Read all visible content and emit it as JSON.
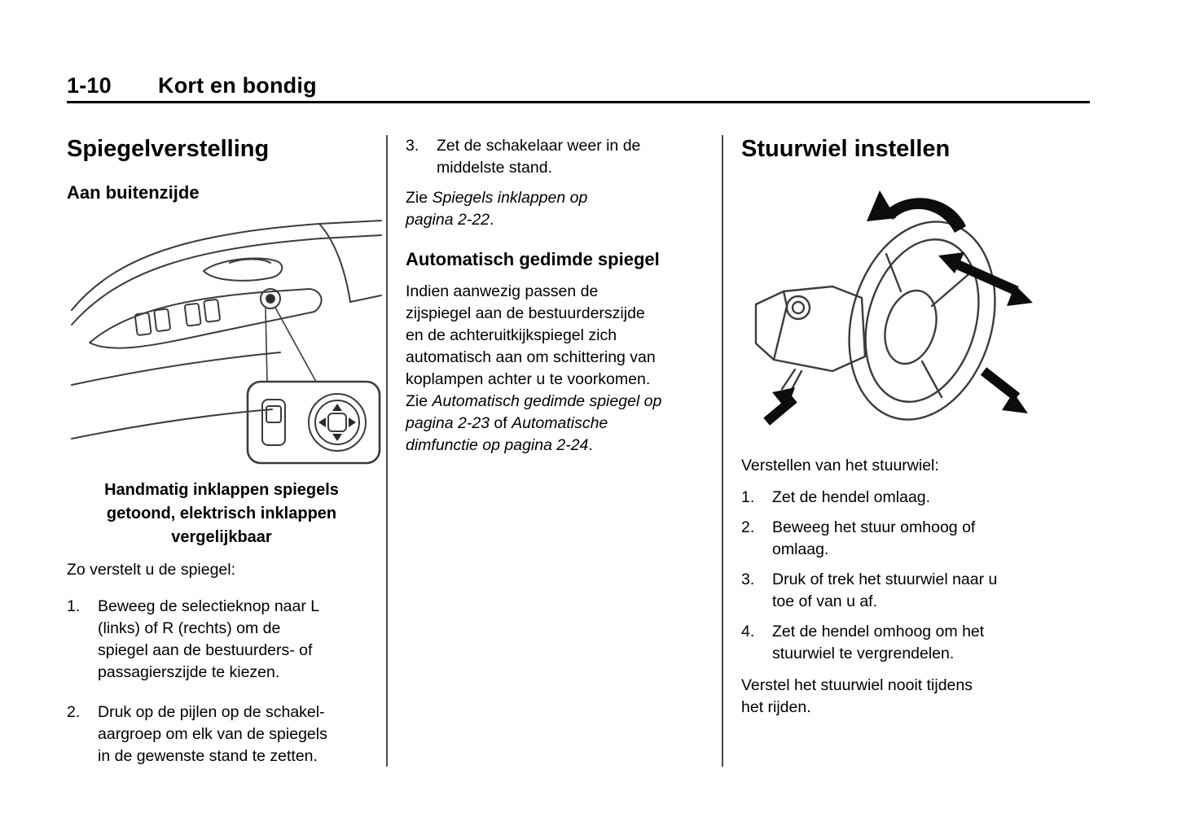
{
  "header": {
    "page_number": "1-10",
    "chapter": "Kort en bondig"
  },
  "mirrors": {
    "heading": "Spiegelverstelling",
    "subheading": "Aan buitenzijde",
    "caption": "Handmatig inklappen spiegels\ngetoond, elektrisch inklappen\nvergelijkbaar",
    "intro": "Zo verstelt u de spiegel:",
    "steps": [
      {
        "num": "1.",
        "text": "Beweeg de selectieknop naar L\n(links) of R (rechts) om de\nspiegel aan de bestuurders- of\npassagierszijde te kiezen."
      },
      {
        "num": "2.",
        "text": "Druk op de pijlen op de schakel-\naargroep om elk van de spiegels\nin de gewenste stand te zetten."
      },
      {
        "num": "3.",
        "text": "Zet de schakelaar weer in de\nmiddelste stand."
      }
    ],
    "ref": {
      "t1": "Zie ",
      "t2": "Spiegels inklappen op\npagina 2-22",
      "t3": "."
    },
    "dimmed": {
      "subheading": "Automatisch gedimde spiegel",
      "t1": "Indien aanwezig passen de\nzijspiegel aan de bestuurderszijde\nen de achteruitkijkspiegel zich\nautomatisch aan om schittering van\nkoplampen achter u te voorkomen.\nZie ",
      "t2": "Automatisch gedimde spiegel op\npagina 2-23",
      "t3": " of ",
      "t4": "Automatische\ndimfunctie op pagina 2-24",
      "t5": "."
    }
  },
  "steering": {
    "heading": "Stuurwiel instellen",
    "intro": "Verstellen van het stuurwiel:",
    "steps": [
      {
        "num": "1.",
        "text": "Zet de hendel omlaag."
      },
      {
        "num": "2.",
        "text": "Beweeg het stuur omhoog of\nomlaag."
      },
      {
        "num": "3.",
        "text": "Druk of trek het stuurwiel naar u\ntoe of van u af."
      },
      {
        "num": "4.",
        "text": "Zet de hendel omhoog om het\nstuurwiel te vergrendelen."
      }
    ],
    "outro": "Verstel het stuurwiel nooit tijdens\nhet rijden."
  }
}
